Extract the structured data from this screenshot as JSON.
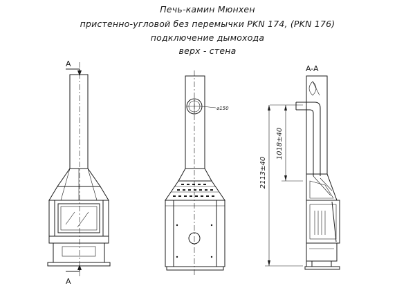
{
  "title": {
    "line1": "Печь-камин Мюнхен",
    "line2": "пристенно-угловой без перемычки PKN 174, (PKN 176)",
    "line3": "подключение дымохода",
    "line4": "верх - стена"
  },
  "section": {
    "marker_top": "A",
    "marker_bottom": "A",
    "section_label": "A-A"
  },
  "dimensions": {
    "diameter": "⌀150",
    "total_height": "2113±40",
    "flue_height": "1018±40"
  }
}
